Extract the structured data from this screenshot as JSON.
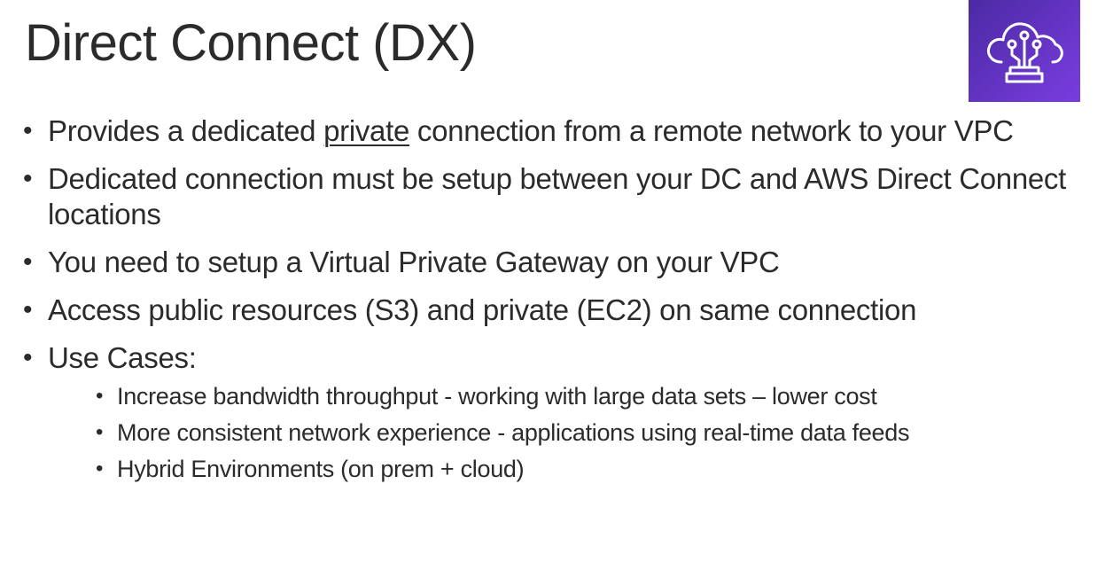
{
  "slide": {
    "title": "Direct Connect (DX)",
    "icon": "direct-connect-cloud-icon",
    "icon_bg_colors": [
      "#4b2aa3",
      "#7a3de0"
    ],
    "bullets": [
      {
        "before": "Provides a dedicated ",
        "emphasis": "private",
        "after": " connection from a remote network to your VPC"
      },
      {
        "text": "Dedicated connection must be setup between your DC and AWS Direct Connect locations"
      },
      {
        "text": "You need to setup a Virtual Private Gateway on your VPC"
      },
      {
        "text": "Access public resources (S3) and private (EC2) on same connection"
      },
      {
        "text": "Use Cases:",
        "sub": [
          "Increase bandwidth throughput - working with large data sets – lower cost",
          "More consistent network experience - applications using real-time data feeds",
          "Hybrid Environments (on prem + cloud)"
        ]
      }
    ]
  }
}
